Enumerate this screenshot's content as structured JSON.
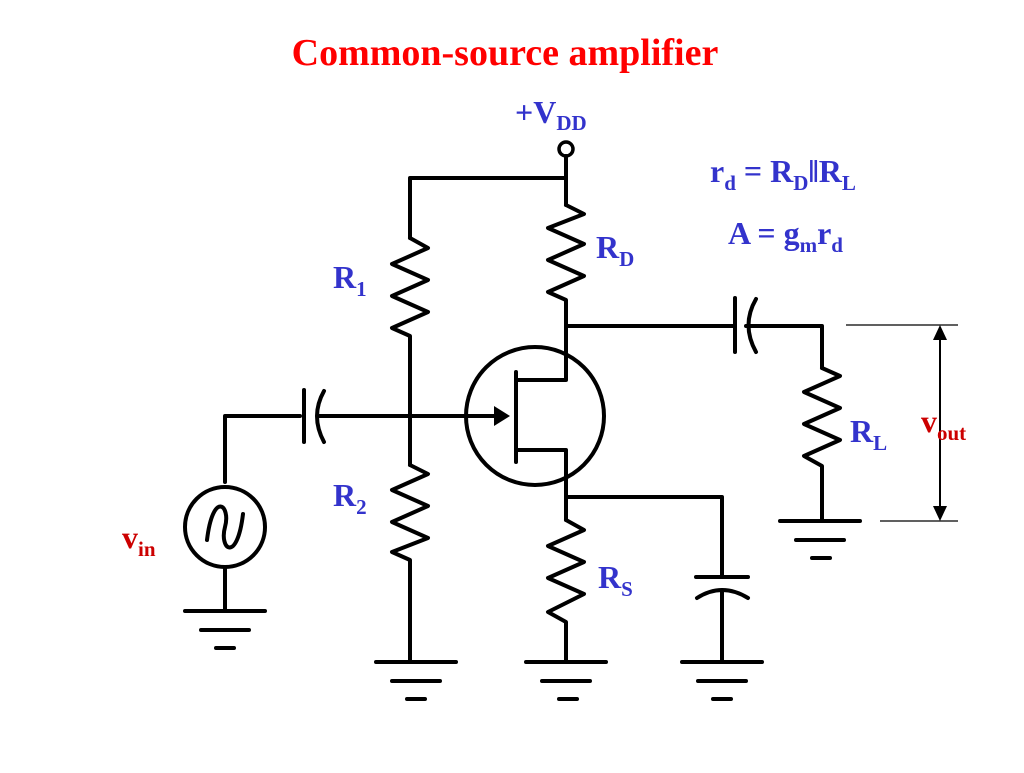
{
  "title": "Common-source amplifier",
  "colors": {
    "title": "#ff0000",
    "label": "#3333cc",
    "signal": "#cc0000",
    "wire": "#000000"
  },
  "supply": {
    "main": "+V",
    "sub": "DD"
  },
  "equations": [
    {
      "parts": [
        {
          "t": "r",
          "s": "d"
        },
        {
          "t": " = R",
          "s": "D"
        },
        {
          "t": "‖R",
          "s": "L"
        }
      ]
    },
    {
      "parts": [
        {
          "t": "A = g",
          "s": "m"
        },
        {
          "t": "r",
          "s": "d"
        }
      ]
    }
  ],
  "resistors": {
    "r1": {
      "main": "R",
      "sub": "1"
    },
    "r2": {
      "main": "R",
      "sub": "2"
    },
    "rd": {
      "main": "R",
      "sub": "D"
    },
    "rs": {
      "main": "R",
      "sub": "S"
    },
    "rl": {
      "main": "R",
      "sub": "L"
    }
  },
  "input": {
    "main": "v",
    "sub": "in"
  },
  "output": {
    "main": "v",
    "sub": "out"
  },
  "icons": [
    "ac-source-icon",
    "ground-icon",
    "capacitor-icon",
    "resistor-icon",
    "jfet-icon",
    "arrow-icon"
  ]
}
